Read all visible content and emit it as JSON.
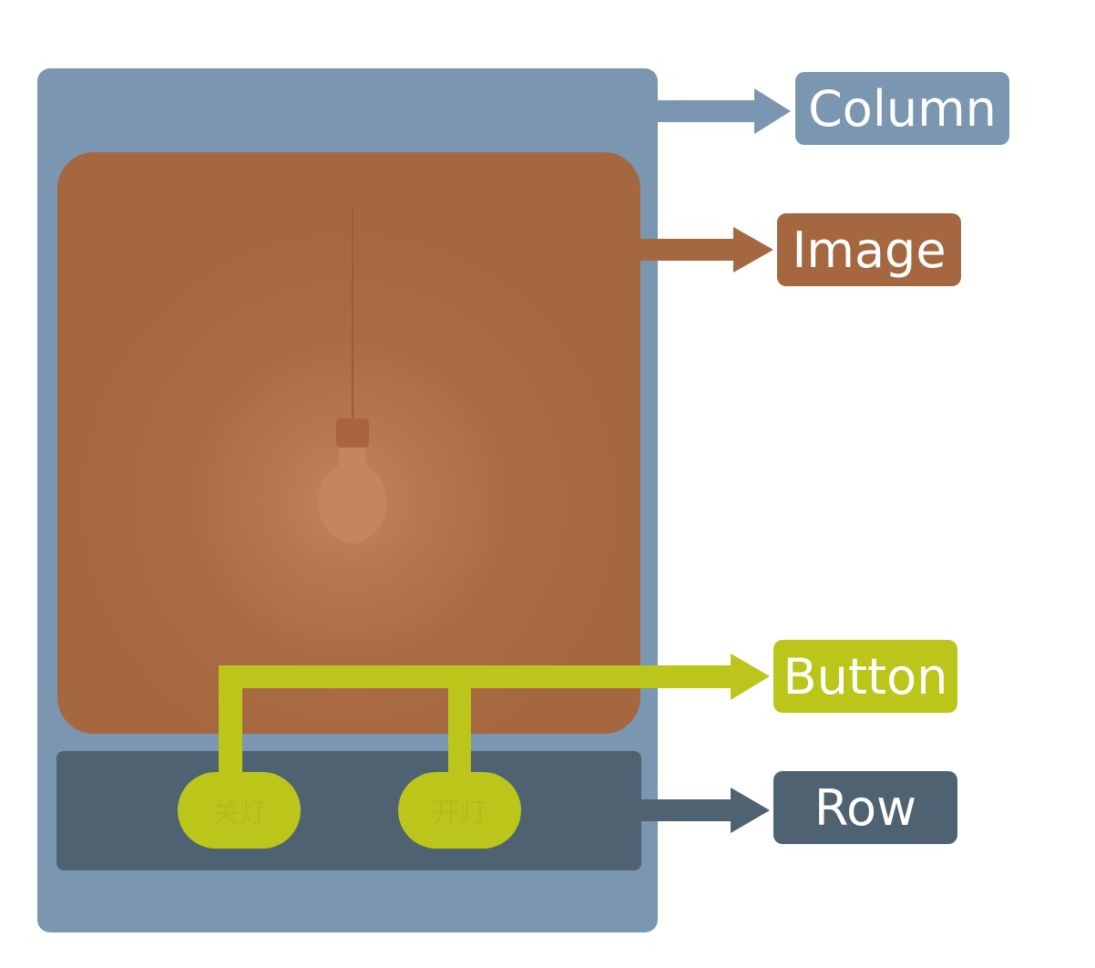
{
  "buttons": {
    "off": "关灯",
    "on": "开灯"
  },
  "labels": {
    "column": "Column",
    "image": "Image",
    "button": "Button",
    "row": "Row"
  },
  "colors": {
    "column": "#7a96b0",
    "image": "#a5673f",
    "button": "#bcc51a",
    "row": "#4f6271"
  }
}
